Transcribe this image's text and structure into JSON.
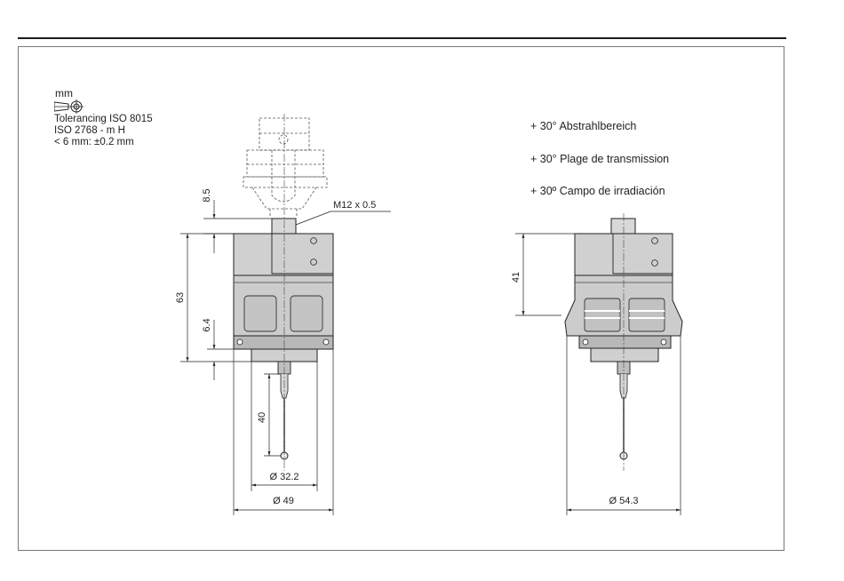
{
  "tolerancing": {
    "unit": "mm",
    "lines": [
      "Tolerancing ISO 8015",
      "ISO 2768 - m H",
      "< 6 mm: ±0.2 mm"
    ]
  },
  "notes": [
    "+ 30° Abstrahlbereich",
    "+ 30° Plage de transmission",
    "+ 30º Campo de irradiación"
  ],
  "dimensions": {
    "d_8_5": "8.5",
    "thread": "M12 x 0.5",
    "d_63": "63",
    "d_6_4": "6.4",
    "d_40": "40",
    "dia_32_2": "Ø 32.2",
    "dia_49": "Ø 49",
    "d_41": "41",
    "dia_54_3": "Ø 54.3"
  }
}
